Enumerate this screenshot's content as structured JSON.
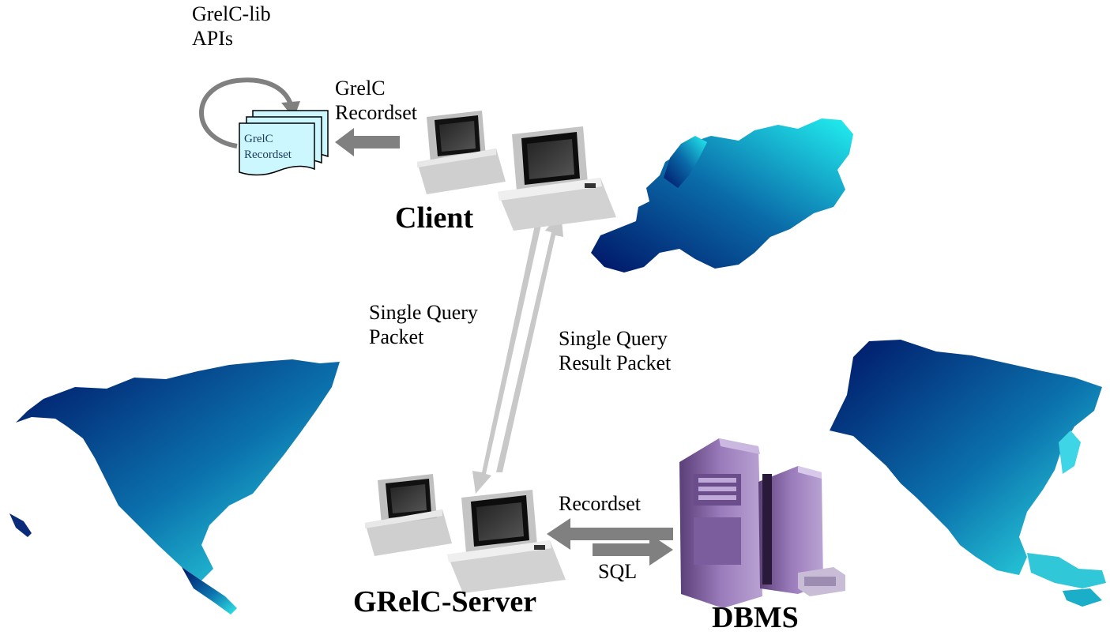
{
  "labels": {
    "grelc_lib_line1": "GrelC-lib",
    "grelc_lib_line2": "APIs",
    "grelc_recordset_arrow_line1": "GrelC",
    "grelc_recordset_arrow_line2": "Recordset",
    "doc_line1": "GrelC",
    "doc_line2": "Recordset",
    "client": "Client",
    "single_query_packet_line1": "Single Query",
    "single_query_packet_line2": "Packet",
    "single_query_result_line1": "Single Query",
    "single_query_result_line2": "Result Packet",
    "recordset": "Recordset",
    "sql": "SQL",
    "grelc_server": "GRelC-Server",
    "dbms": "DBMS"
  },
  "colors": {
    "arrow_dark": "#808080",
    "arrow_light": "#c8c8c8",
    "continent_dark": "#001a66",
    "continent_light": "#19e6ee",
    "document_fill": "#ccf7ff",
    "computer_body": "#e4e4e4",
    "dbms_body": "#8e6ea8"
  },
  "icons": {
    "client": "computer-pair-icon",
    "server": "computer-pair-icon",
    "dbms": "server-rack-icon",
    "document": "document-stack-icon",
    "loop": "circular-arrow-icon"
  }
}
